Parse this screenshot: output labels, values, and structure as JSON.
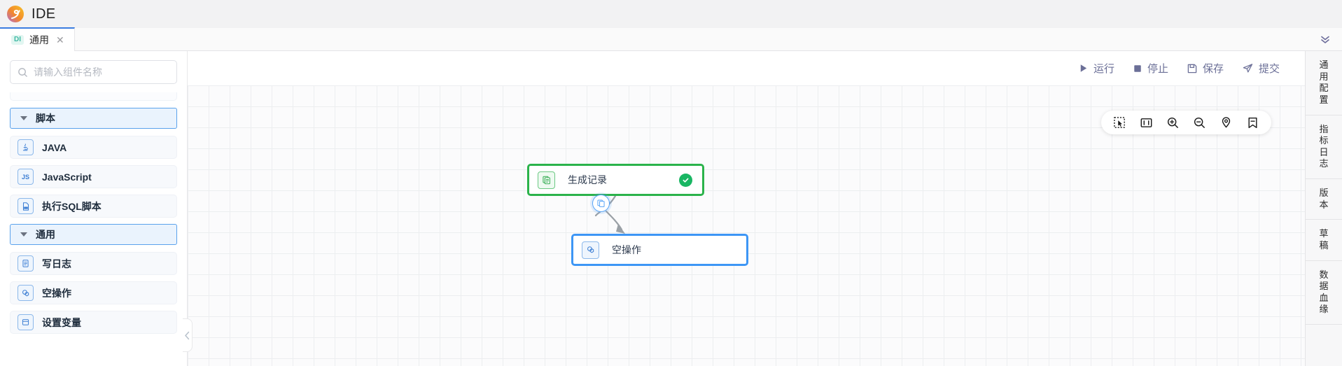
{
  "app": {
    "title": "IDE",
    "logo_icon": "swirl-logo-icon"
  },
  "tabbar": {
    "tabs": [
      {
        "badge": "DI",
        "label": "通用",
        "close_icon": "close-icon"
      }
    ],
    "collapse_icon": "double-chevron-down-icon"
  },
  "search": {
    "placeholder": "请输入组件名称",
    "value": "",
    "icon": "search-icon"
  },
  "left_panel": {
    "collapse_icon": "chevron-left-icon",
    "groups": [
      {
        "label": "脚本",
        "caret_icon": "caret-down-icon",
        "items": [
          {
            "label": "JAVA",
            "icon": "java-icon",
            "glyph": "J"
          },
          {
            "label": "JavaScript",
            "icon": "javascript-icon",
            "glyph": "JS"
          },
          {
            "label": "执行SQL脚本",
            "icon": "sql-file-icon",
            "glyph": "SQL"
          }
        ]
      },
      {
        "label": "通用",
        "caret_icon": "caret-down-icon",
        "items": [
          {
            "label": "写日志",
            "icon": "log-document-icon",
            "glyph": "▤"
          },
          {
            "label": "空操作",
            "icon": "empty-operation-icon",
            "glyph": "◈"
          },
          {
            "label": "设置变量",
            "icon": "set-variable-icon",
            "glyph": "▤"
          }
        ]
      }
    ]
  },
  "toolbar": {
    "buttons": [
      {
        "label": "运行",
        "icon": "play-icon"
      },
      {
        "label": "停止",
        "icon": "stop-square-icon"
      },
      {
        "label": "保存",
        "icon": "floppy-save-icon"
      },
      {
        "label": "提交",
        "icon": "paper-plane-submit-icon"
      }
    ]
  },
  "canvas_tools": [
    {
      "name": "marquee-select-icon"
    },
    {
      "name": "fit-to-screen-icon"
    },
    {
      "name": "zoom-in-icon"
    },
    {
      "name": "zoom-out-icon"
    },
    {
      "name": "locate-node-icon"
    },
    {
      "name": "bookmark-icon"
    }
  ],
  "canvas": {
    "nodes": [
      {
        "label": "生成记录",
        "icon": "generate-record-icon",
        "status": "success",
        "status_icon": "check-circle-icon",
        "accent": "#2bb34b"
      },
      {
        "label": "空操作",
        "icon": "empty-operation-icon",
        "status": "",
        "accent": "#3d96f5"
      }
    ],
    "edge": {
      "button_icon": "copy-node-icon"
    }
  },
  "right_rail": {
    "items": [
      {
        "label": "通用配置"
      },
      {
        "label": "指标日志"
      },
      {
        "label": "版本"
      },
      {
        "label": "草稿"
      },
      {
        "label": "数据血缘"
      }
    ]
  },
  "colors": {
    "brand_blue": "#3b7de0",
    "success_green": "#19b663",
    "node_green": "#2bb34b",
    "node_blue": "#3d96f5",
    "toolbar_text": "#6b6f97"
  }
}
